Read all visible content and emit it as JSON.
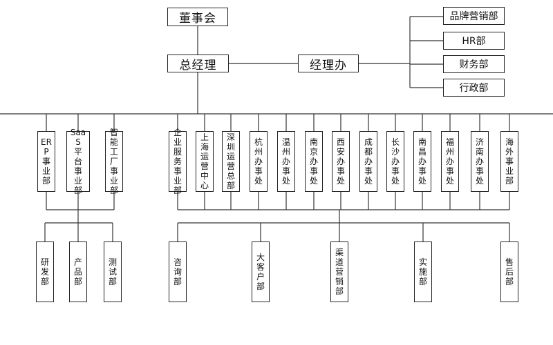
{
  "top": {
    "board": "董事会",
    "ceo": "总经理",
    "office": "经理办"
  },
  "office_departments": [
    "品牌营销部",
    "HR部",
    "财务部",
    "行政部"
  ],
  "business_units": [
    "ERP 事业部",
    "SaaS 平台事业部",
    "智能工厂事业部"
  ],
  "bu_departments": [
    "研发部",
    "产品部",
    "测试部"
  ],
  "regional_units": [
    "企业服务事业部",
    "上海运营中心",
    "深圳运营总部",
    "杭州办事处",
    "温州办事处",
    "南京办事处",
    "西安办事处",
    "成都办事处",
    "长沙办事处",
    "南昌办事处",
    "福州办事处",
    "济南办事处",
    "海外事业部"
  ],
  "regional_departments": [
    "咨询部",
    "大客户部",
    "渠道营销部",
    "实施部",
    "售后部"
  ]
}
